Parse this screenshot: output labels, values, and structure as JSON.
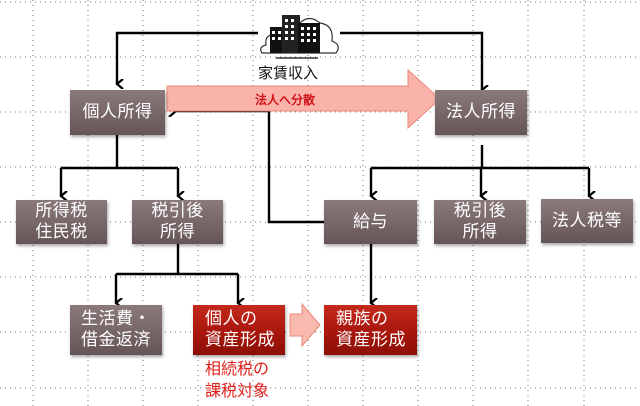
{
  "diagram": {
    "source": {
      "label": "家賃収入",
      "icon": "building-icon"
    },
    "transfer_arrow_label": "法人へ分散",
    "nodes": {
      "personal_income": "個人所得",
      "corporate_income": "法人所得",
      "income_resident_tax": "所得税\n住民税",
      "after_tax_personal": "税引後\n所得",
      "salary": "給与",
      "after_tax_corporate": "税引後\n所得",
      "corporate_tax": "法人税等",
      "living_expenses": "生活費・\n借金返済",
      "personal_assets": "個人の\n資産形成",
      "family_assets": "親族の\n資産形成"
    },
    "annotation": "相続税の\n課税対象",
    "colors": {
      "gray_box": "#776668",
      "red_box": "#a8160c",
      "red_text": "#e0201a",
      "arrow_fill": "#f9b3a8"
    }
  }
}
